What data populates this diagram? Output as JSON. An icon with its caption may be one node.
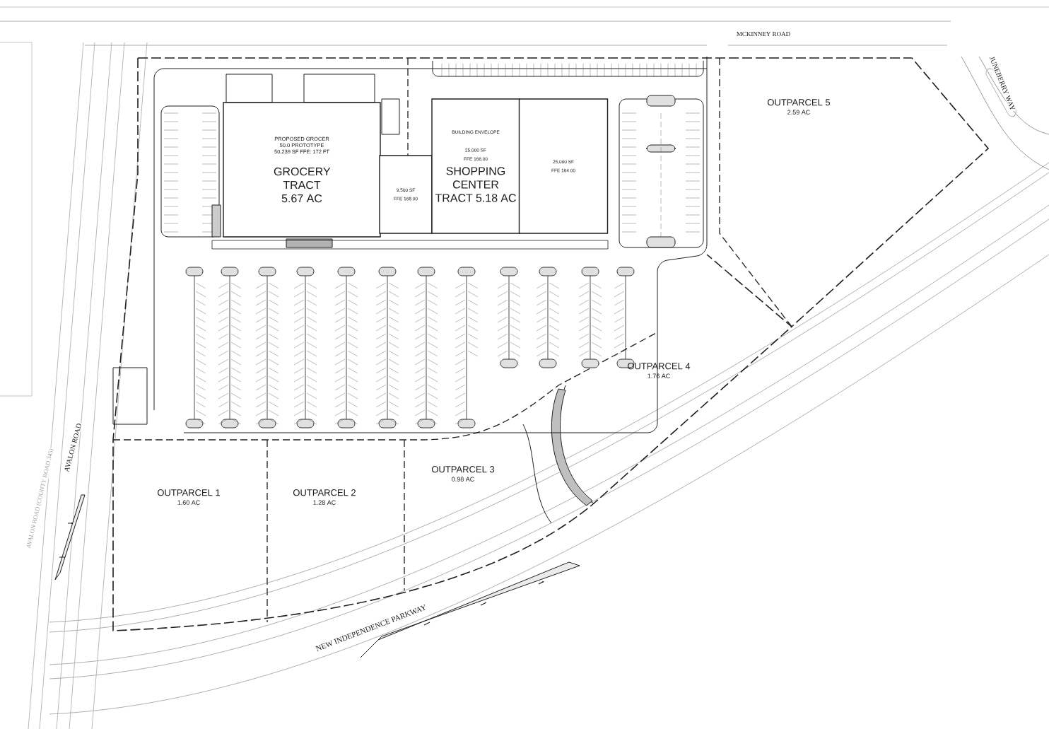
{
  "diagram": {
    "nodes": [
      {
        "text": [
          "PROPOSED GROCER 50.0 PROTOTYPE 50,239 SF FFE: 172 FT",
          "GROCERY TRACT 5.67 AC"
        ]
      },
      {
        "text": [
          "9,500 SF",
          "FFE 168.00"
        ]
      },
      {
        "text": [
          "BUILDING ENVELOPE",
          "25,000 SF",
          "FFE 166.00",
          "SHOPPING CENTER TRACT 5.18 AC"
        ]
      },
      {
        "text": [
          "25,000 SF",
          "FFE 164.00"
        ]
      },
      {
        "text": [
          "OUTPARCEL 1",
          "1.60 AC"
        ]
      },
      {
        "text": [
          "OUTPARCEL 2",
          "1.28 AC"
        ]
      },
      {
        "text": [
          "OUTPARCEL 3",
          "0.98 AC"
        ]
      },
      {
        "text": [
          "OUTPARCEL 4",
          "1.76 AC"
        ]
      },
      {
        "text": [
          "OUTPARCEL 5",
          "2.59 AC"
        ]
      }
    ],
    "labels": [
      "MCKINNEY ROAD",
      "JUNEBERRY WAY",
      "AVALON ROAD",
      "AVALON ROAD (COUNTY ROAD 345)",
      "NEW INDEPENDENCE PARKWAY"
    ]
  }
}
